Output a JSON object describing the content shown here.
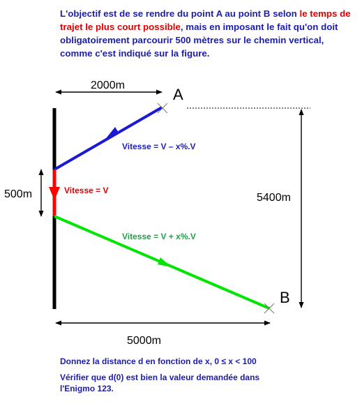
{
  "intro": {
    "part1": "L'objectif est de se rendre du point A au point B selon ",
    "highlight": "le temps de trajet le plus court possible",
    "part2": ", mais en imposant le fait qu'on doit obligatoirement parcourir 500 mètres sur le chemin vertical, comme c'est indiqué sur la figure."
  },
  "diagram": {
    "dim_top": "2000m",
    "dim_left": "500m",
    "dim_right": "5400m",
    "dim_bottom": "5000m",
    "point_a": "A",
    "point_b": "B",
    "speed_blue": "Vitesse = V – x%.V",
    "speed_red": "Vitesse = V",
    "speed_green": "Vitesse = V + x%.V",
    "colors": {
      "blue": "#1a1ad6",
      "red": "#ff0000",
      "green": "#00e600",
      "wall": "#000000",
      "speed_blue_text": "#2020c0",
      "speed_green_text": "#21a045",
      "speed_red_text": "#e00000"
    }
  },
  "footer": {
    "line1": "Donnez la distance d en fonction de x, 0 ≤ x < 100",
    "line2": "Vérifier que d(0) est bien la valeur demandée dans l'Enigmo 123."
  }
}
